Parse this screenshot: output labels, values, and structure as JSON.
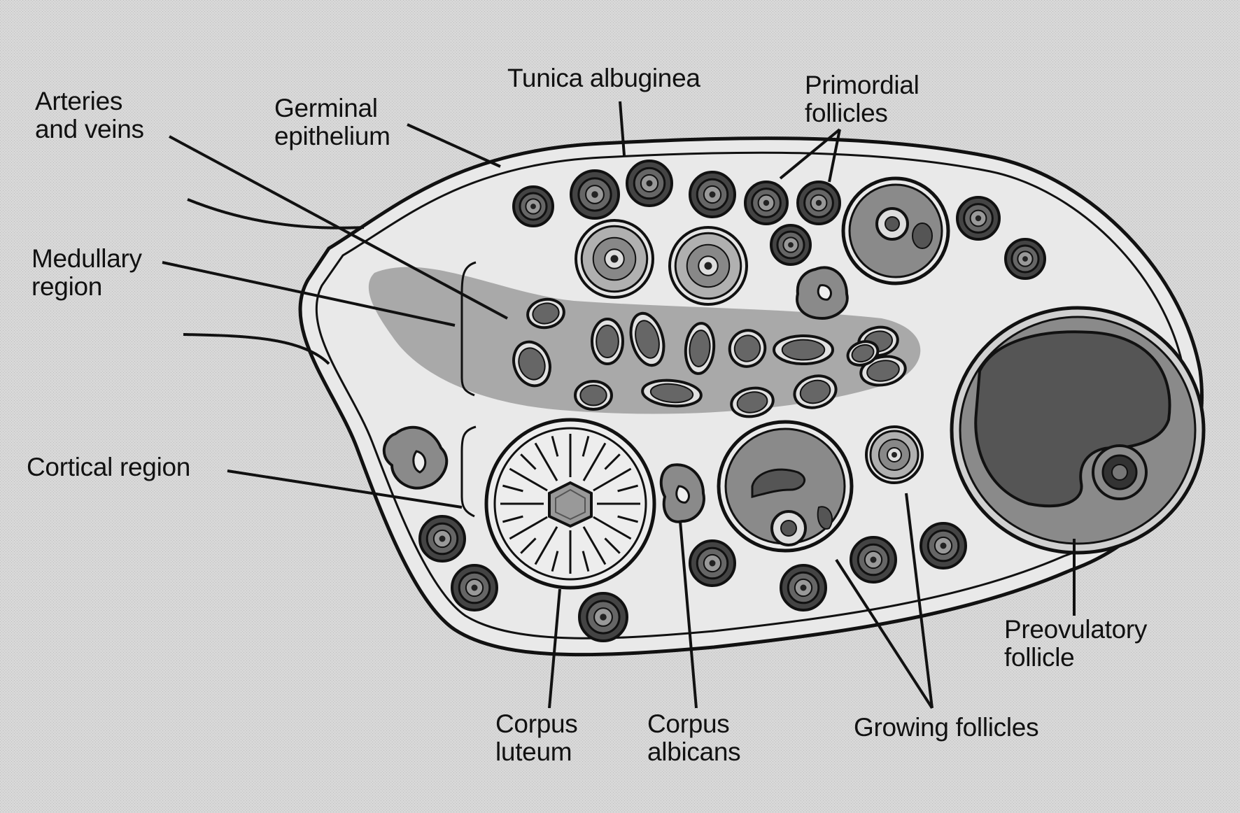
{
  "labels": {
    "arteries_veins": "Arteries\nand veins",
    "germinal_epithelium": "Germinal\nepithelium",
    "tunica_albuginea": "Tunica albuginea",
    "primordial_follicles": "Primordial\nfollicles",
    "medullary_region": "Medullary\nregion",
    "cortical_region": "Cortical region",
    "corpus_luteum": "Corpus\nluteum",
    "corpus_albicans": "Corpus\nalbicans",
    "growing_follicles": "Growing follicles",
    "preovulatory_follicle": "Preovulatory\nfollicle"
  },
  "colors": {
    "background": "#d9d9d9",
    "ovary_fill": "#e9e9e9",
    "medulla_fill": "#a9a9a9",
    "outline": "#111111",
    "follicle_dark": "#333333",
    "follicle_mid": "#8a8a8a"
  }
}
